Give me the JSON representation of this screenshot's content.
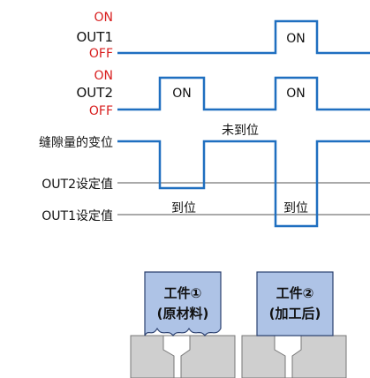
{
  "colors": {
    "signal": "#1f6fc0",
    "red_label": "#d81e1e",
    "black": "#111111",
    "axis_gray": "#555555",
    "workpiece_fill": "#aec3e6",
    "workpiece_stroke": "#2a3f6e",
    "fixture_fill": "#cfcfcf",
    "fixture_stroke": "#777777"
  },
  "out1": {
    "on_label": "ON",
    "name": "OUT1",
    "off_label": "OFF",
    "pulse_label": "ON"
  },
  "out2": {
    "on_label": "ON",
    "name": "OUT2",
    "off_label": "OFF",
    "pulse1_label": "ON",
    "pulse2_label": "ON"
  },
  "displacement": {
    "name": "缝隙量的变位",
    "not_reached_label": "未到位",
    "reached_label_1": "到位",
    "reached_label_2": "到位"
  },
  "thresholds": {
    "out2_label": "OUT2设定值",
    "out1_label": "OUT1设定值"
  },
  "workpieces": [
    {
      "line1": "工件①",
      "line2": "(原材料)"
    },
    {
      "line1": "工件②",
      "line2": "(加工后)"
    }
  ]
}
